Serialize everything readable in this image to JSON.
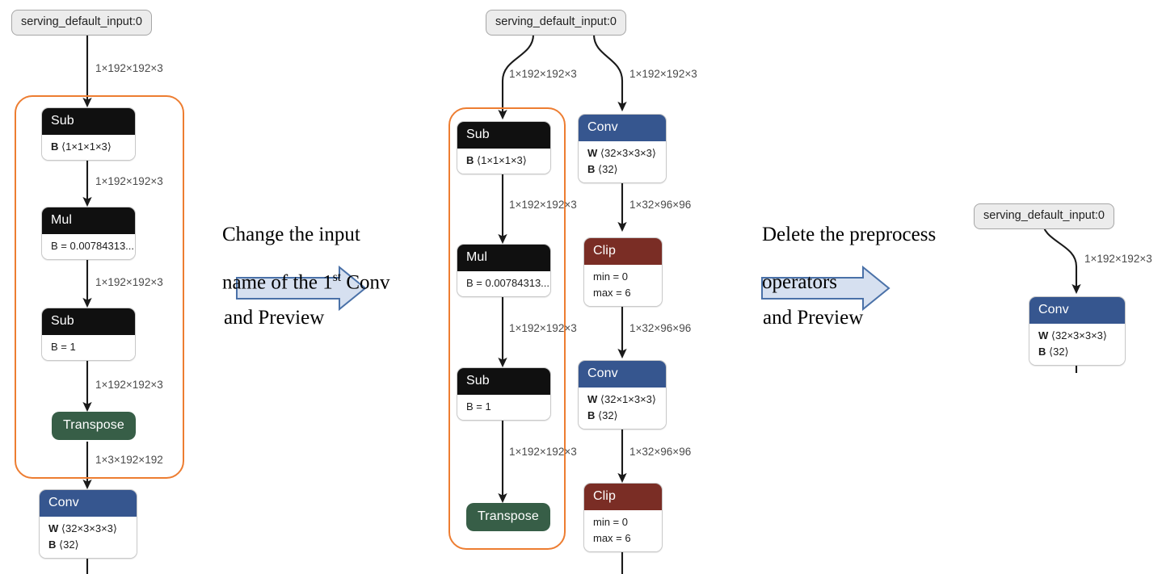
{
  "colors": {
    "op_black": "#101010",
    "op_blue": "#36568F",
    "op_red": "#7A2D25",
    "op_green": "#375E47",
    "group_orange": "#ED7D31",
    "edge": "#1a1a1a",
    "edge_label": "#4a4a4a",
    "io_fill": "#ececec",
    "arrow_fill": "#D6E0F0",
    "arrow_stroke": "#4A71A8"
  },
  "stage1": {
    "input": {
      "label": "serving_default_input:0"
    },
    "edges": [
      {
        "label": "1×192×192×3"
      },
      {
        "label": "1×192×192×3"
      },
      {
        "label": "1×192×192×3"
      },
      {
        "label": "1×192×192×3"
      },
      {
        "label": "1×3×192×192"
      }
    ],
    "nodes": [
      {
        "type": "Sub",
        "color": "black",
        "rows": [
          {
            "k": "B",
            "v": "⟨1×1×1×3⟩"
          }
        ]
      },
      {
        "type": "Mul",
        "color": "black",
        "rows": [
          {
            "k": "",
            "v": "B = 0.00784313..."
          }
        ]
      },
      {
        "type": "Sub",
        "color": "black",
        "rows": [
          {
            "k": "",
            "v": "B = 1"
          }
        ]
      },
      {
        "type": "Transpose",
        "color": "green",
        "rows": []
      },
      {
        "type": "Conv",
        "color": "blue",
        "rows": [
          {
            "k": "W",
            "v": "⟨32×3×3×3⟩"
          },
          {
            "k": "B",
            "v": "⟨32⟩"
          }
        ]
      }
    ]
  },
  "annotation1": {
    "line1": "Change the input",
    "line2_pre": "name of the 1",
    "line2_sup": "st",
    "line2_post": " Conv",
    "caption": "and Preview"
  },
  "stage2": {
    "input": {
      "label": "serving_default_input:0"
    },
    "left_branch": {
      "edges": [
        {
          "label": "1×192×192×3"
        },
        {
          "label": "1×192×192×3"
        },
        {
          "label": "1×192×192×3"
        },
        {
          "label": "1×192×192×3"
        }
      ],
      "nodes": [
        {
          "type": "Sub",
          "color": "black",
          "rows": [
            {
              "k": "B",
              "v": "⟨1×1×1×3⟩"
            }
          ]
        },
        {
          "type": "Mul",
          "color": "black",
          "rows": [
            {
              "k": "",
              "v": "B = 0.00784313..."
            }
          ]
        },
        {
          "type": "Sub",
          "color": "black",
          "rows": [
            {
              "k": "",
              "v": "B = 1"
            }
          ]
        },
        {
          "type": "Transpose",
          "color": "green",
          "rows": []
        }
      ]
    },
    "right_branch": {
      "edges": [
        {
          "label": "1×192×192×3"
        },
        {
          "label": "1×32×96×96"
        },
        {
          "label": "1×32×96×96"
        },
        {
          "label": "1×32×96×96"
        }
      ],
      "nodes": [
        {
          "type": "Conv",
          "color": "blue",
          "rows": [
            {
              "k": "W",
              "v": "⟨32×3×3×3⟩"
            },
            {
              "k": "B",
              "v": "⟨32⟩"
            }
          ]
        },
        {
          "type": "Clip",
          "color": "red",
          "rows": [
            {
              "k": "",
              "v": "min = 0"
            },
            {
              "k": "",
              "v": "max = 6"
            }
          ]
        },
        {
          "type": "Conv",
          "color": "blue",
          "rows": [
            {
              "k": "W",
              "v": "⟨32×1×3×3⟩"
            },
            {
              "k": "B",
              "v": "⟨32⟩"
            }
          ]
        },
        {
          "type": "Clip",
          "color": "red",
          "rows": [
            {
              "k": "",
              "v": "min = 0"
            },
            {
              "k": "",
              "v": "max = 6"
            }
          ]
        }
      ]
    }
  },
  "annotation2": {
    "line1": "Delete the preprocess",
    "line2": "operators",
    "caption": "and Preview"
  },
  "stage3": {
    "input": {
      "label": "serving_default_input:0"
    },
    "edges": [
      {
        "label": "1×192×192×3"
      }
    ],
    "nodes": [
      {
        "type": "Conv",
        "color": "blue",
        "rows": [
          {
            "k": "W",
            "v": "⟨32×3×3×3⟩"
          },
          {
            "k": "B",
            "v": "⟨32⟩"
          }
        ]
      }
    ]
  }
}
